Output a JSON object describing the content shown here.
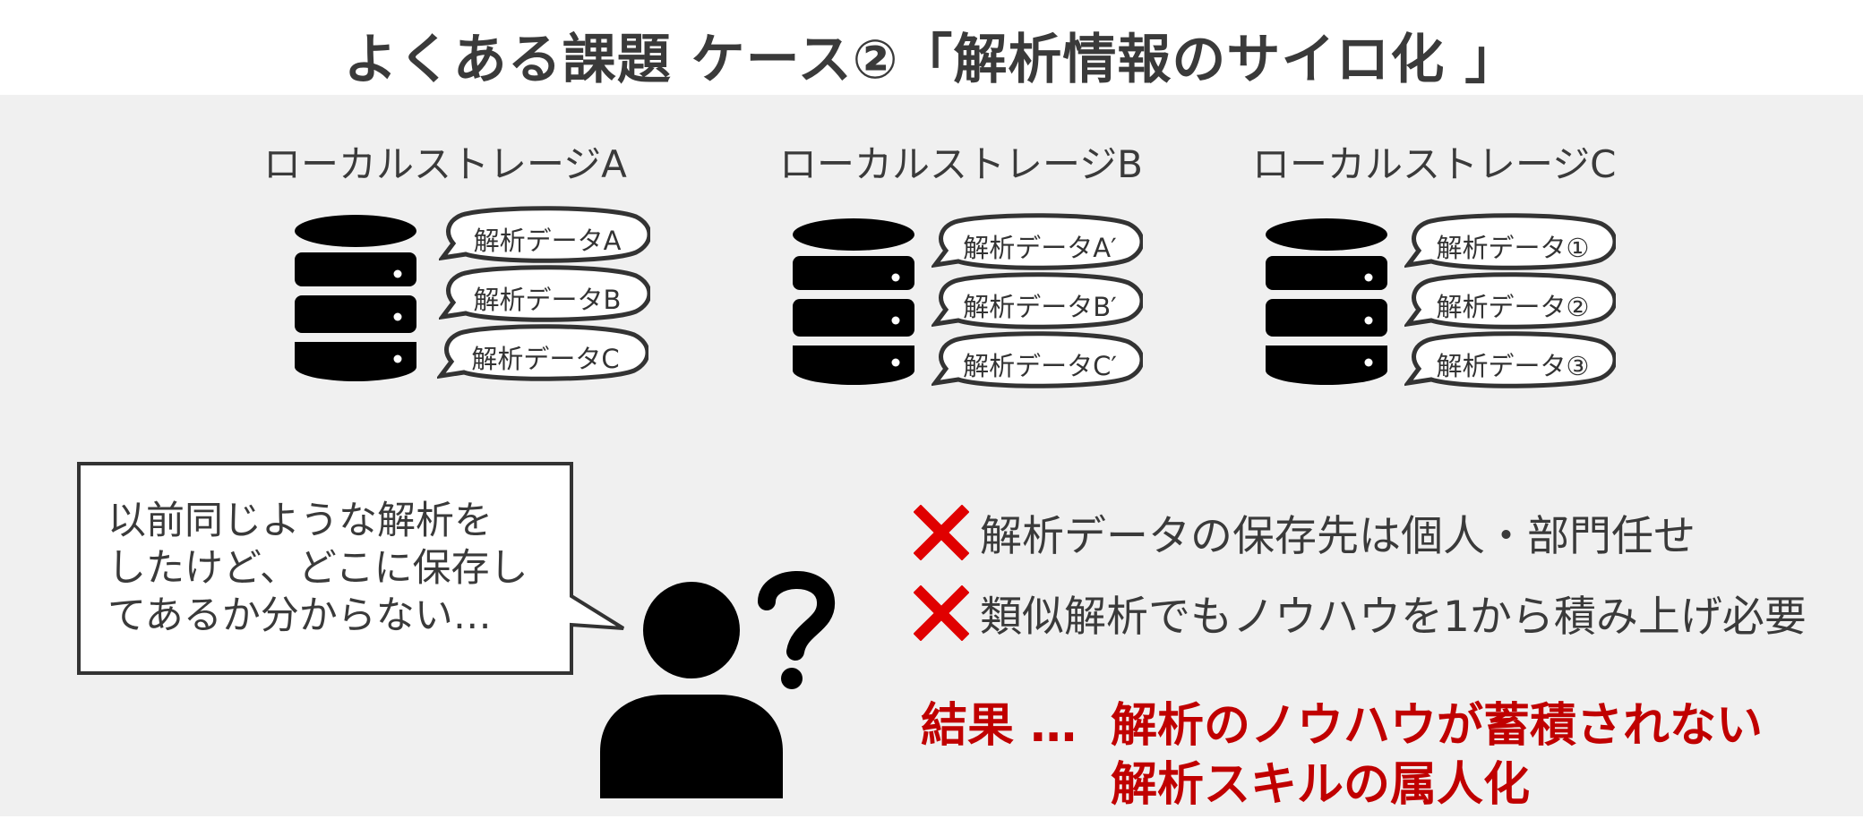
{
  "title": "よくある課題 ケース②「解析情報のサイロ化 」",
  "storages": [
    {
      "label": "ローカルストレージA",
      "items": [
        "解析データA",
        "解析データB",
        "解析データC"
      ]
    },
    {
      "label": "ローカルストレージB",
      "items": [
        "解析データA′",
        "解析データB′",
        "解析データC′"
      ]
    },
    {
      "label": "ローカルストレージC",
      "items": [
        "解析データ①",
        "解析データ②",
        "解析データ③"
      ]
    }
  ],
  "speech": {
    "lines": [
      "以前同じような解析を",
      "したけど、どこに保存し",
      "てあるか分からない…"
    ]
  },
  "issues": [
    "解析データの保存先は個人・部門任せ",
    "類似解析でもノウハウを1から積み上げ必要"
  ],
  "result": {
    "label": "結果 …",
    "lines": [
      "解析のノウハウが蓄積されない",
      "解析スキルの属人化"
    ]
  },
  "icons": {
    "database": "database-icon",
    "person": "person-icon",
    "question": "question-mark-icon",
    "cross": "cross-icon"
  },
  "colors": {
    "accent_red": "#c00000",
    "cross_red": "#e00000",
    "panel_bg": "#f0f0f0"
  }
}
